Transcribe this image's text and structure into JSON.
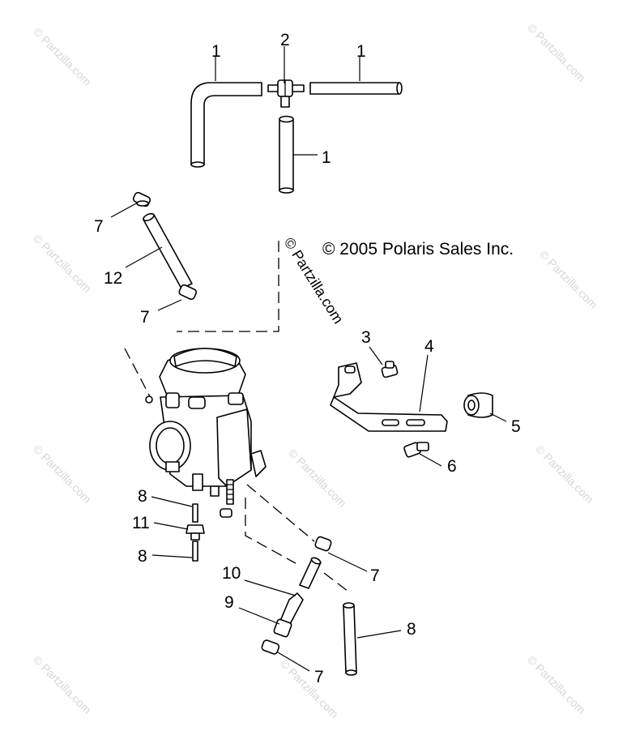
{
  "copyright": "© 2005 Polaris Sales Inc.",
  "watermark": "© Partzilla.com",
  "callouts": {
    "c1a": "1",
    "c1b": "1",
    "c1c": "1",
    "c2": "2",
    "c3": "3",
    "c4": "4",
    "c5": "5",
    "c6": "6",
    "c7a": "7",
    "c7b": "7",
    "c7c": "7",
    "c7d": "7",
    "c8a": "8",
    "c8b": "8",
    "c8c": "8",
    "c9": "9",
    "c10": "10",
    "c11": "11",
    "c12": "12"
  }
}
